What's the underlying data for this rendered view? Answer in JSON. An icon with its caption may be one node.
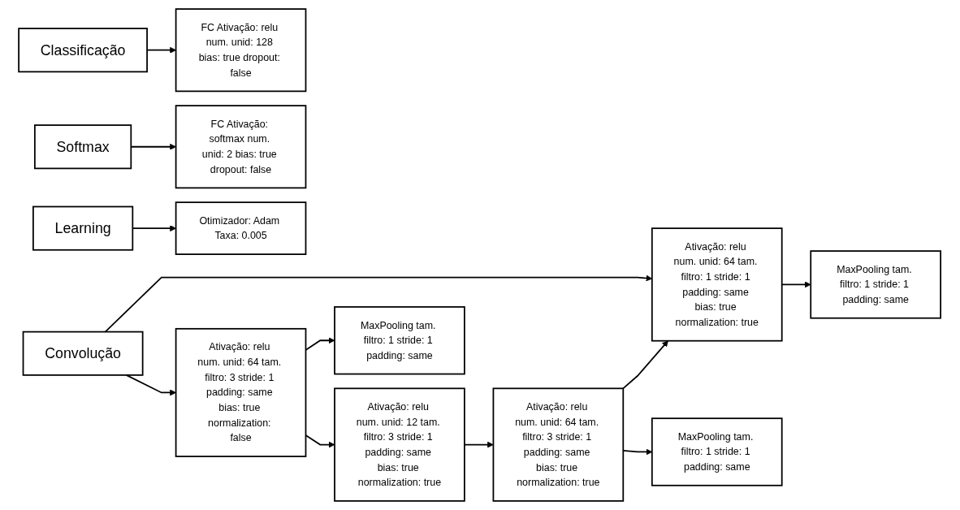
{
  "diagram": {
    "nodes": [
      {
        "text": [
          "Convolução"
        ]
      },
      {
        "text": [
          "Classificação"
        ]
      },
      {
        "text": [
          "Softmax"
        ]
      },
      {
        "text": [
          "Learning"
        ]
      },
      {
        "text": [
          "FC Ativação: relu num. unid: 128 bias: true dropout: false"
        ]
      },
      {
        "text": [
          "FC Ativação: softmax num. unid: 2 bias: true dropout: false"
        ]
      },
      {
        "text": [
          "Otimizador: Adam Taxa: 0.005"
        ]
      },
      {
        "text": [
          "Ativação: relu num. unid: 64 tam. filtro: 3 stride: 1 padding: same bias: true normalization: false"
        ]
      },
      {
        "text": [
          "Ativação: relu num. unid: 12 tam. filtro: 3 stride: 1 padding: same bias: true normalization: true"
        ]
      },
      {
        "text": [
          "Ativação: relu num. unid: 64 tam. filtro: 3 stride: 1 padding: same bias: true normalization: true"
        ]
      },
      {
        "text": [
          "Ativação: relu num. unid: 64 tam. filtro: 1 stride: 1 padding: same bias: true normalization: true"
        ]
      },
      {
        "text": [
          "MaxPooling tam. filtro: 1 stride: 1 padding: same"
        ]
      },
      {
        "text": [
          "MaxPooling tam. filtro: 1 stride: 1 padding: same"
        ]
      },
      {
        "text": [
          "MaxPooling tam. filtro: 1 stride: 1 padding: same"
        ]
      }
    ],
    "edges": [
      {
        "from": 0,
        "to": 7,
        "arrow": "to"
      },
      {
        "from": 0,
        "to": 10,
        "arrow": "to"
      },
      {
        "from": 1,
        "to": 4,
        "arrow": "to"
      },
      {
        "from": 2,
        "to": 5,
        "arrow": "to"
      },
      {
        "from": 3,
        "to": 6,
        "arrow": "to"
      },
      {
        "from": 7,
        "to": 8,
        "arrow": "to"
      },
      {
        "from": 8,
        "to": 9,
        "arrow": "to"
      },
      {
        "from": 9,
        "to": 10,
        "arrow": "to"
      },
      {
        "from": 7,
        "to": 11,
        "arrow": "to"
      },
      {
        "from": 9,
        "to": 12,
        "arrow": "to"
      },
      {
        "from": 10,
        "to": 13,
        "arrow": "to"
      }
    ]
  }
}
